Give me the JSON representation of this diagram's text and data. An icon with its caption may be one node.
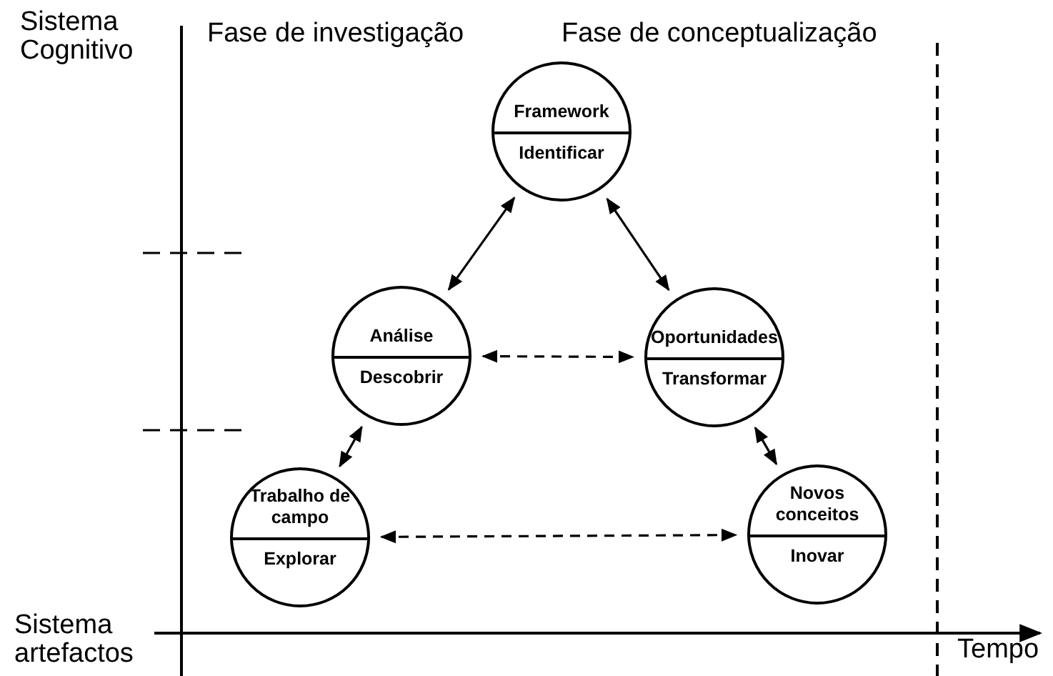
{
  "diagram": {
    "nodes": [
      {
        "text": [
          "Framework",
          "Identificar"
        ]
      },
      {
        "text": [
          "Análise",
          "Descobrir"
        ]
      },
      {
        "text": [
          "Oportunidades",
          "Transformar"
        ]
      },
      {
        "text": [
          "Trabalho de campo",
          "Explorar"
        ]
      },
      {
        "text": [
          "Novos conceitos",
          "Inovar"
        ]
      }
    ],
    "edges": [
      {
        "from": 0,
        "to": 1,
        "arrow": "both"
      },
      {
        "from": 0,
        "to": 2,
        "arrow": "both"
      },
      {
        "from": 1,
        "to": 2,
        "arrow": "both",
        "style": "dashed"
      },
      {
        "from": 1,
        "to": 3,
        "arrow": "both"
      },
      {
        "from": 2,
        "to": 4,
        "arrow": "both"
      },
      {
        "from": 3,
        "to": 4,
        "arrow": "both",
        "style": "dashed"
      }
    ],
    "labels": [
      "Sistema Cognitivo",
      "Fase de investigação",
      "Fase de conceptualização",
      "Sistema artefactos",
      "Tempo"
    ]
  }
}
